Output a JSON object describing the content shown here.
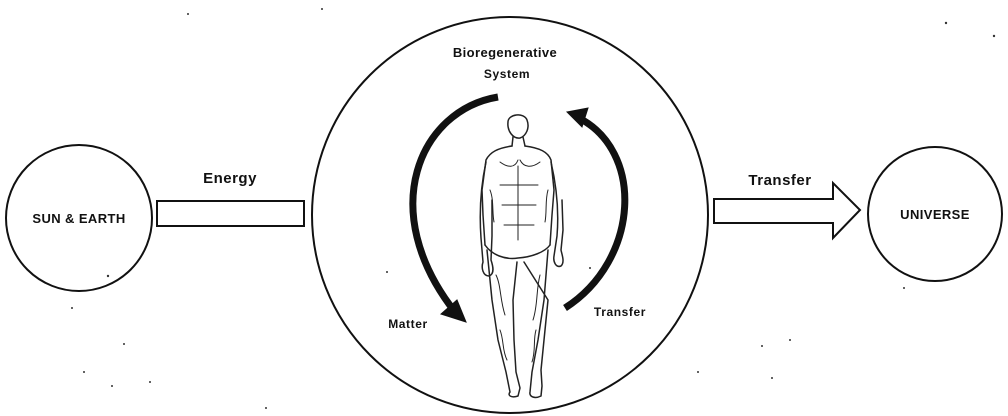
{
  "diagram": {
    "center_title_line1": "Bioregenerative",
    "center_title_line2": "System",
    "left_node_label": "SUN & EARTH",
    "right_node_label": "UNIVERSE",
    "input_arrow_label": "Energy",
    "output_arrow_label": "Transfer",
    "cycle_left_label": "Matter",
    "cycle_right_label": "Transfer",
    "figure_icon": "human-figure-icon"
  }
}
